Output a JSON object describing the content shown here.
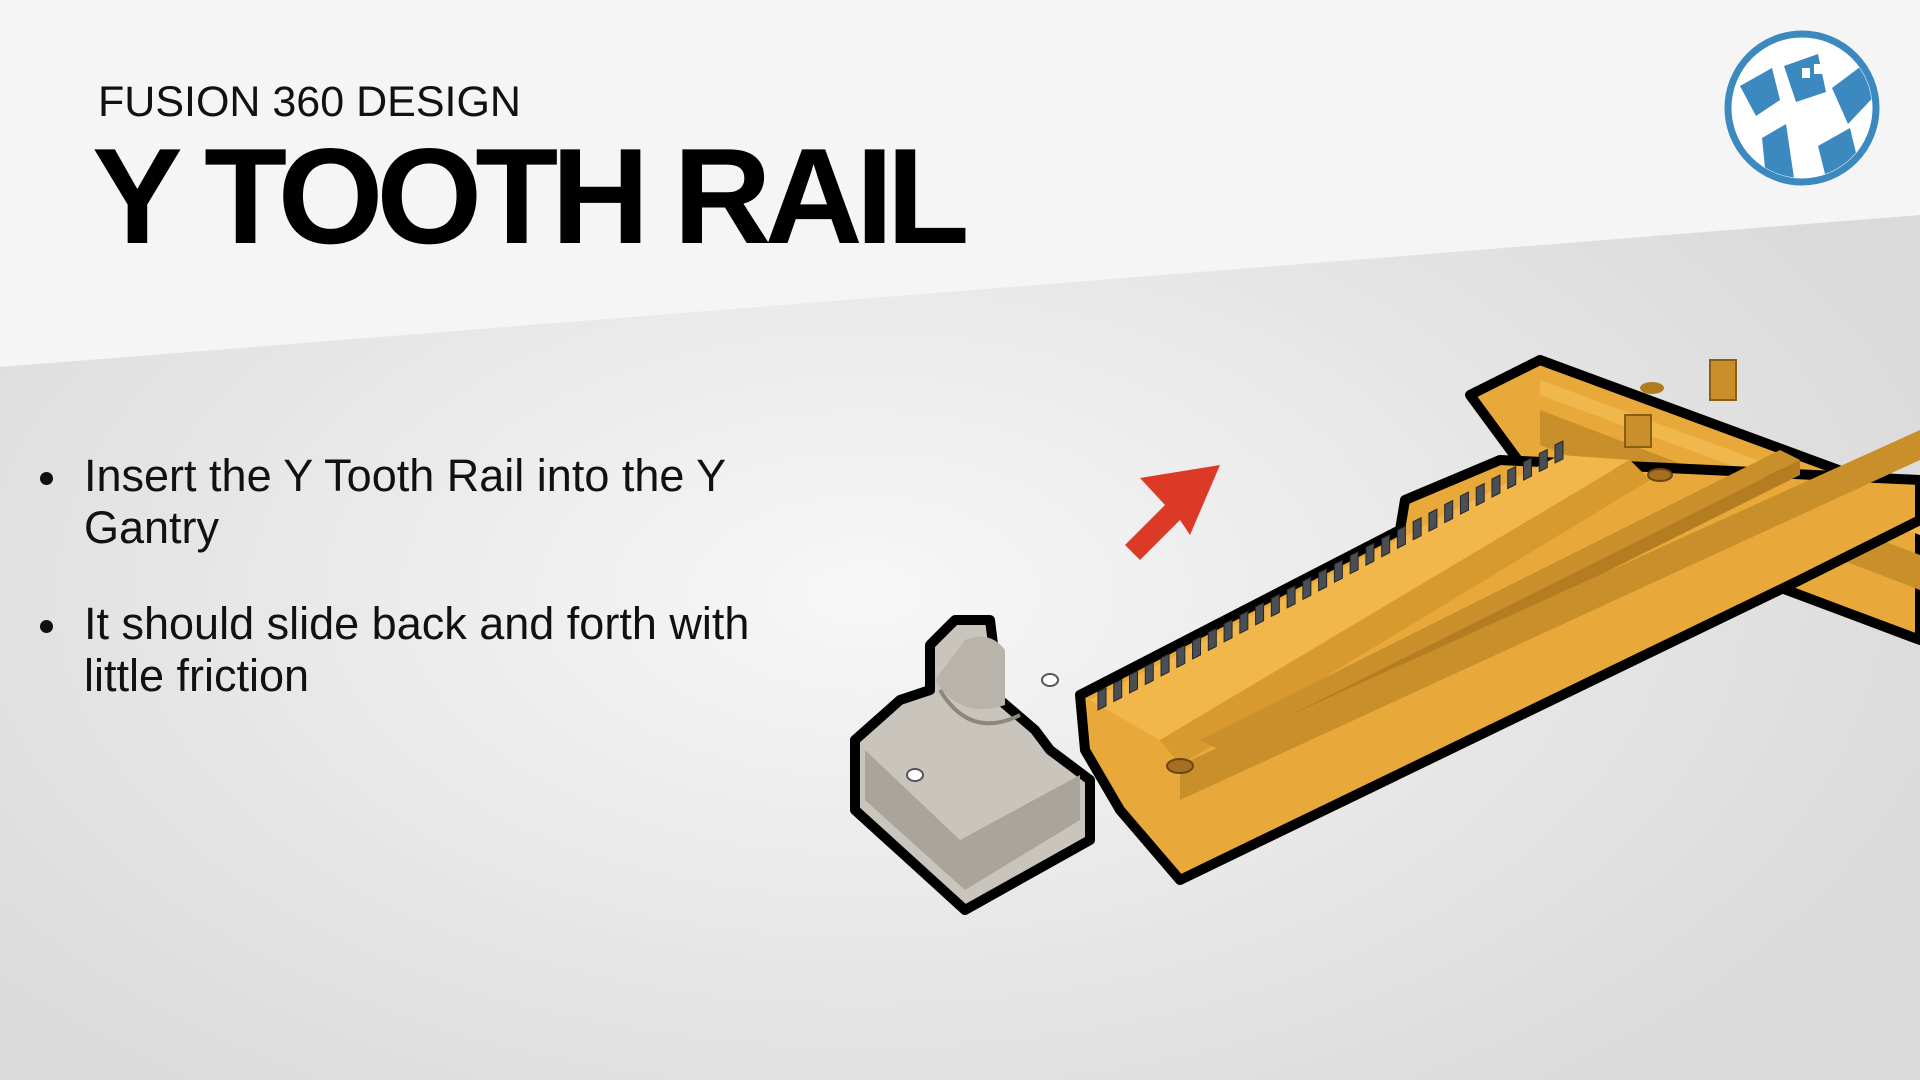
{
  "slide": {
    "subtitle": "FUSION 360 DESIGN",
    "title": "Y TOOTH RAIL",
    "bullets": [
      "Insert the Y Tooth Rail into the Y Gantry",
      "It should slide back and forth with little friction"
    ]
  },
  "colors": {
    "rail": "#e8a93a",
    "rail_shade": "#c98f2a",
    "bracket": "#c9c5bd",
    "arrow": "#db3b26",
    "logo_blue": "#3b89bf",
    "outline": "#000000"
  },
  "icons": {
    "logo": "brand-logo-icon",
    "arrow": "arrow-up-right-icon"
  }
}
